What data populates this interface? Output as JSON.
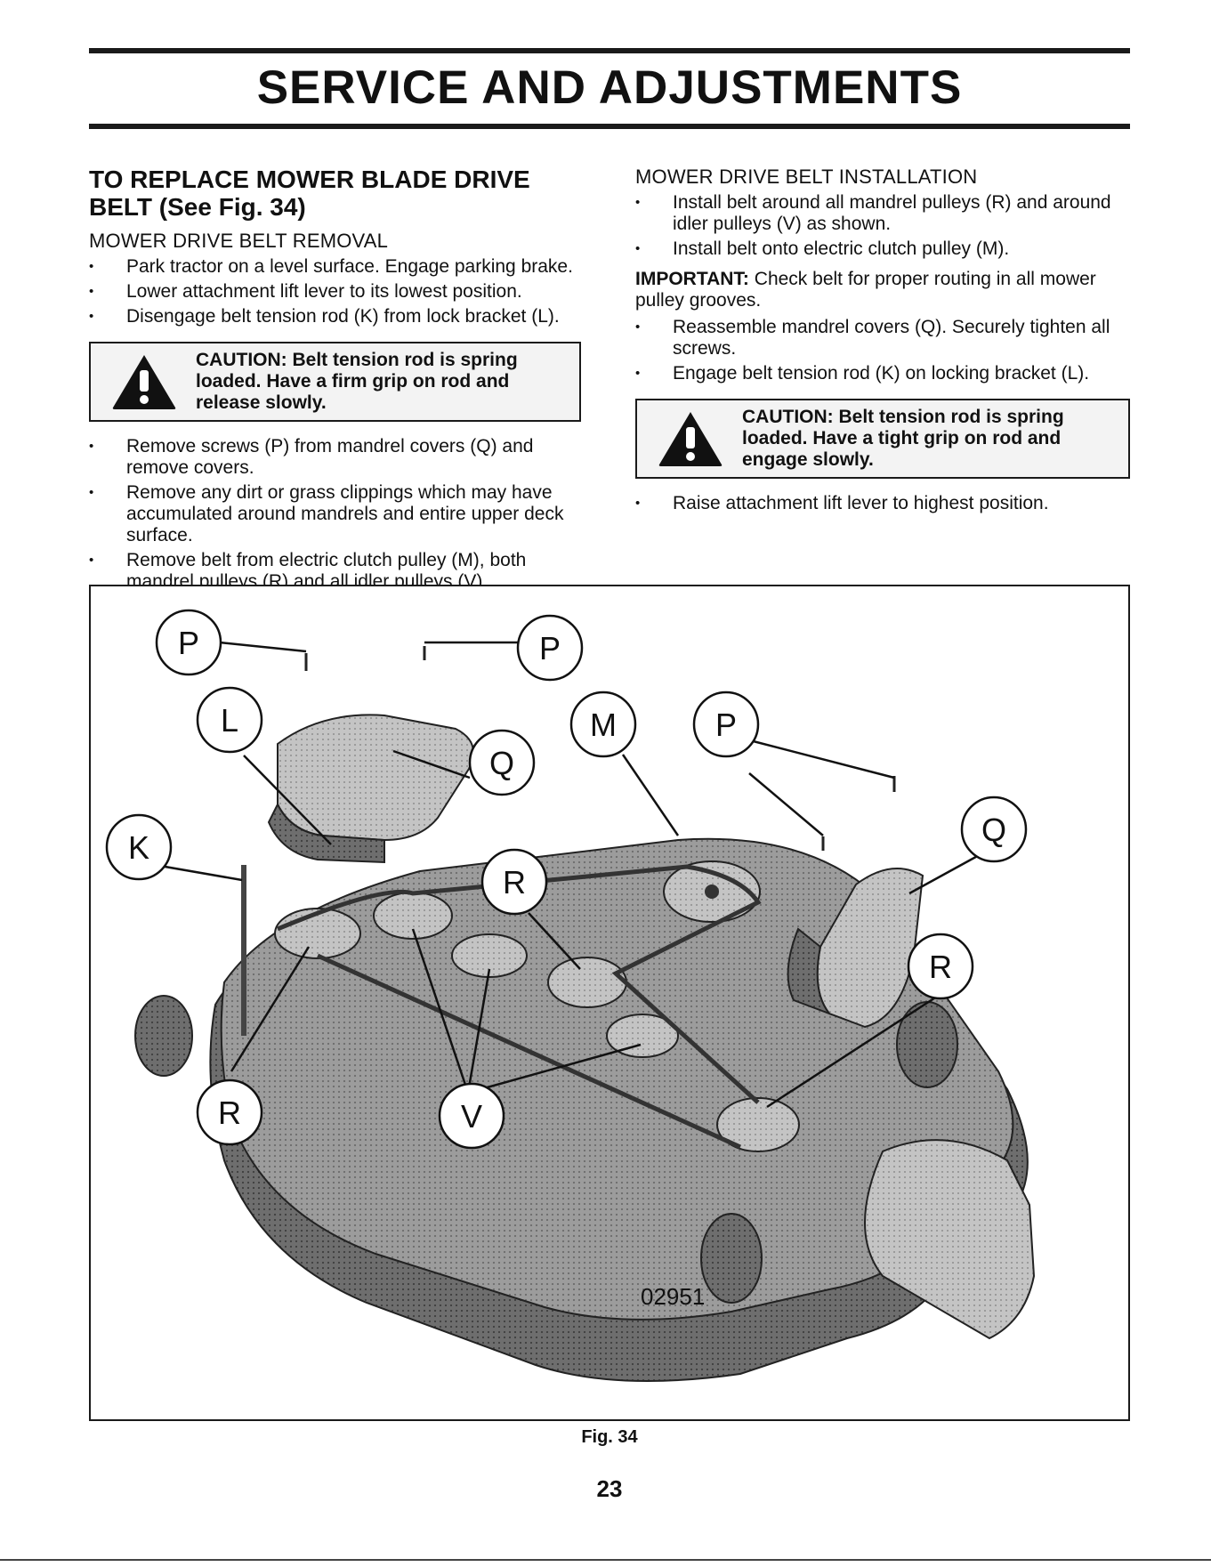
{
  "page": {
    "title": "SERVICE AND ADJUSTMENTS",
    "page_number": "23"
  },
  "left": {
    "heading": "TO REPLACE MOWER BLADE DRIVE BELT (See Fig. 34)",
    "removal_title": "MOWER DRIVE BELT REMOVAL",
    "removal_steps": [
      "Park tractor on a level surface. Engage parking brake.",
      "Lower attachment lift lever to its lowest position.",
      "Disengage belt tension rod (K) from lock bracket (L)."
    ],
    "caution": "CAUTION: Belt tension rod is spring loaded. Have a firm grip on rod and release slowly.",
    "removal_steps_2": [
      "Remove screws (P) from mandrel covers (Q) and remove covers.",
      "Remove any dirt or grass clippings which may have accumulated around mandrels and entire upper deck surface.",
      "Remove belt from electric clutch pulley (M), both mandrel pulleys (R) and all idler pulleys (V)."
    ]
  },
  "right": {
    "install_title": "MOWER DRIVE BELT INSTALLATION",
    "install_steps": [
      "Install belt around all mandrel pulleys (R) and around idler pulleys (V) as shown.",
      "Install belt onto electric clutch pulley (M)."
    ],
    "important_label": "IMPORTANT:",
    "important_text": "Check belt for proper routing in all mower pulley grooves.",
    "install_steps_2": [
      "Reassemble mandrel covers (Q). Securely tighten all screws.",
      "Engage belt tension rod (K) on locking bracket (L)."
    ],
    "caution": "CAUTION: Belt tension rod is spring loaded. Have a tight grip on rod and engage slowly.",
    "install_steps_3": [
      "Raise attachment lift lever to highest position."
    ]
  },
  "figure": {
    "callouts": {
      "P1": "P",
      "P2": "P",
      "P3": "P",
      "L": "L",
      "Q1": "Q",
      "Q2": "Q",
      "M": "M",
      "K": "K",
      "R1": "R",
      "R2": "R",
      "R3": "R",
      "V": "V"
    },
    "part_number": "02951",
    "caption": "Fig. 34"
  },
  "colors": {
    "ink": "#111111",
    "deck_fill": "#9a9a9a",
    "deck_dark": "#5e5e5e"
  }
}
